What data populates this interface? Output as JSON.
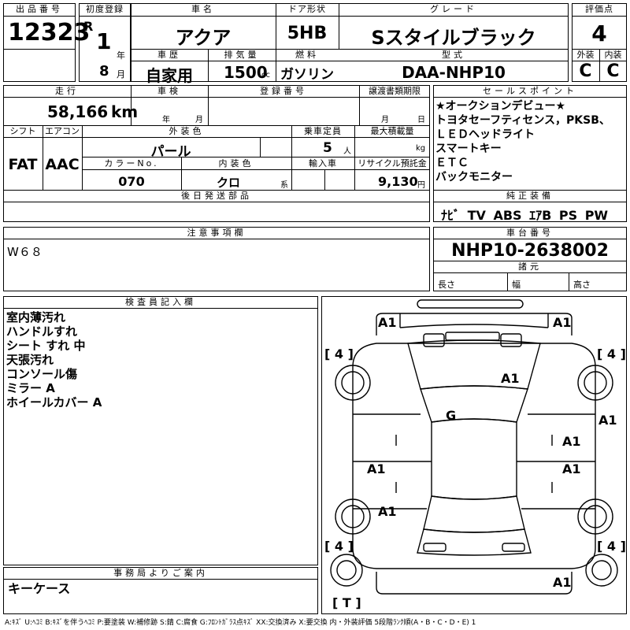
{
  "header": {
    "lot_label": "出品番号",
    "lot_number": "12323",
    "first_reg_label": "初度登録",
    "era": "R",
    "year_value": "1",
    "year_unit": "年",
    "month_value": "8",
    "month_unit": "月",
    "car_name_label": "車名",
    "car_name": "アクア",
    "door_label": "ドア形状",
    "door_type": "5HB",
    "grade_label": "グレード",
    "grade": "Sスタイルブラック",
    "score_label": "評価点",
    "score": "4",
    "history_label": "車歴",
    "history": "自家用",
    "displacement_label": "排気量",
    "displacement": "1500",
    "displacement_unit": "cc",
    "fuel_label": "燃料",
    "fuel": "ガソリン",
    "model_label": "型式",
    "model": "DAA-NHP10",
    "exterior_label": "外装",
    "exterior_grade": "C",
    "interior_label": "内装",
    "interior_grade": "C"
  },
  "details": {
    "mileage_label": "走行",
    "mileage": "58,166",
    "mileage_unit": "km",
    "inspection_label": "車検",
    "inspection_year_unit": "年",
    "inspection_month_unit": "月",
    "reg_no_label": "登録番号",
    "transfer_label": "譲渡書類期限",
    "transfer_month_unit": "月",
    "transfer_day_unit": "日",
    "shift_label": "シフト",
    "shift": "FAT",
    "aircon_label": "エアコン",
    "aircon": "AAC",
    "color_label": "外装色",
    "color": "パール",
    "capacity_label": "乗車定員",
    "capacity": "5",
    "capacity_unit": "人",
    "load_label": "最大積載量",
    "load_unit": "kg",
    "color_no_label": "カラーNo.",
    "color_no": "070",
    "int_color_label": "内装色",
    "int_color": "クロ",
    "int_color_unit": "系",
    "import_label": "輸入車",
    "recycle_label": "リサイクル預託金",
    "recycle": "9,130",
    "recycle_unit": "円",
    "later_parts_label": "後日発送部品"
  },
  "sales_points": {
    "label": "セールスポイント",
    "lines": [
      "★オークションデビュー★",
      "トヨタセーフティセンス，PKSB、",
      "ＬＥＤヘッドライト",
      "スマートキー",
      "ＥＴＣ",
      "バックモニター"
    ]
  },
  "equipment": {
    "label": "純正装備",
    "items": "ﾅﾋﾞ TV ABS ｴｱB PS PW"
  },
  "caution": {
    "label": "注意事項欄",
    "text": "W６８"
  },
  "chassis": {
    "label": "車台番号",
    "number": "NHP10-2638002",
    "dims_label": "諸元",
    "length_label": "長さ",
    "width_label": "幅",
    "height_label": "高さ"
  },
  "inspector": {
    "label": "検査員記入欄",
    "lines": [
      "室内薄汚れ",
      "ハンドルすれ",
      "シート すれ 中",
      "天張汚れ",
      "コンソール傷",
      "ミラー A",
      "ホイールカバー A"
    ]
  },
  "office": {
    "label": "事務局よりご案内",
    "text": "キーケース"
  },
  "diagram": {
    "marks": [
      "A1",
      "A1",
      "A1",
      "G",
      "A1",
      "A1",
      "A1",
      "A1",
      "A1",
      "A1"
    ],
    "tires": [
      "4",
      "4",
      "4",
      "4"
    ],
    "spare": "T"
  },
  "legend": "A:ｷｽﾞ U:ﾍｺﾐ B:ｷｽﾞを伴うﾍｺﾐ P:要塗装 W:補修跡 S:錆 C:腐食 G:ﾌﾛﾝﾄｶﾞﾗｽ点ｷｽﾞ XX:交換済み X:要交換 内・外装評価 5段階ﾗﾝｸ順(A・B・C・D・E) 1"
}
